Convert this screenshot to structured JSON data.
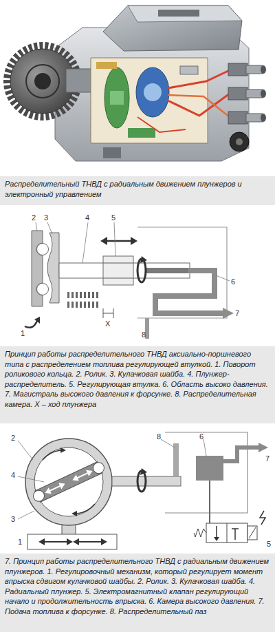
{
  "diagram": {
    "nodes": [
      {
        "text": [
          "Распределительный ТНВД с радиальным движением плунжеров и электронный управлением"
        ]
      },
      {
        "text": [
          "Принцип работы распределительного ТНВД аксиально-поршневого типа с распределением топлива регулирующей втулкой. 1. Поворот роликового кольца. 2. Ролик. 3. Кулачковая шайба. 4. Плунжер-распределитель. 5. Регулирующая втулка. 6. Область высоко давления. 7. Магистраль высокого давления к форсунке. 8. Распределительная камера. X – ход плунжера"
        ]
      },
      {
        "text": [
          "7. Принцип работы распределительного ТНВД с радиальным движением плунжеров. 1. Регулировочный механизм, который регулирует момент впрыска сдвигом кулачковой шайбы. 2. Ролик. 3. Кулачковая шайба. 4. Радиальный плунжер. 5. Электромагнитный клапан регулирующий начало и продолжительность впрыска. 6. Камера высокого давления. 7. Подача топлива к форсунке. 8. Распределительный паз"
        ]
      }
    ],
    "labels": [
      "2",
      "3",
      "4",
      "5",
      "6",
      "7",
      "1",
      "8",
      "X",
      "2",
      "4",
      "3",
      "1",
      "8",
      "6",
      "7",
      "5"
    ]
  }
}
